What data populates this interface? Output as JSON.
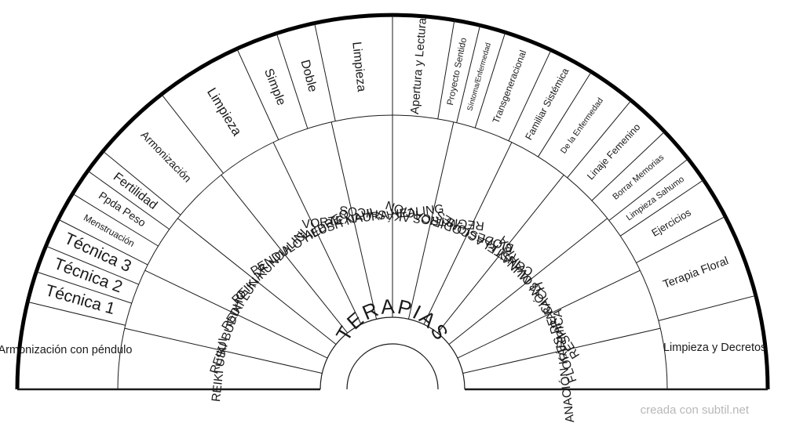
{
  "center_label": "TERAPIAS",
  "credit": "creada con subtil.net",
  "inner_sectors": [
    {
      "label": "REIKI USUI"
    },
    {
      "label": "REIKI BUDDHO"
    },
    {
      "label": "REIKI LUNAR"
    },
    {
      "label": "REIKI KUNDALINI"
    },
    {
      "label": "PENDULO HEBREO"
    },
    {
      "label": "SALUSH NAHI"
    },
    {
      "label": "VORTEX AURA HEALING"
    },
    {
      "label": "REGISTROS AKÁSHICOS"
    },
    {
      "label": "BIODESCODIFICACIÓN"
    },
    {
      "label": "CONSTELACIONES"
    },
    {
      "label": "13 MUNAY KI"
    },
    {
      "label": "RESPIRACIÓN OVÁRICA"
    },
    {
      "label": "FLORES DE BACH"
    },
    {
      "label": "SANACIÓN KÁRMICA"
    }
  ],
  "outer_labels": [
    {
      "label": "Armonización con péndulo"
    },
    {
      "label": "Técnica 1"
    },
    {
      "label": "Técnica 2"
    },
    {
      "label": "Técnica 3"
    },
    {
      "label": "Menstruación"
    },
    {
      "label": "Ppda Peso"
    },
    {
      "label": "Fertilidad"
    },
    {
      "label": "Armonización"
    },
    {
      "label": "Limpieza"
    },
    {
      "label": "Simple"
    },
    {
      "label": "Doble"
    },
    {
      "label": "Limpieza"
    },
    {
      "label": "Apertura y Lectura"
    },
    {
      "label": "Proyecto Sentido"
    },
    {
      "label": "Síntoma/Enfermedad"
    },
    {
      "label": "Transgeneracional"
    },
    {
      "label": "Familiar Sistémica"
    },
    {
      "label": "De la Enfermedad"
    },
    {
      "label": "Linaje Femenino"
    },
    {
      "label": "Borrar Memorias"
    },
    {
      "label": "Limpieza Sahumo"
    },
    {
      "label": "Ejercicios"
    },
    {
      "label": "Terapia Floral"
    },
    {
      "label": "Limpieza y Decretos"
    }
  ],
  "colors": {
    "line": "#1a1a1a",
    "rim": "#000000",
    "credit": "#b8b8b8"
  }
}
